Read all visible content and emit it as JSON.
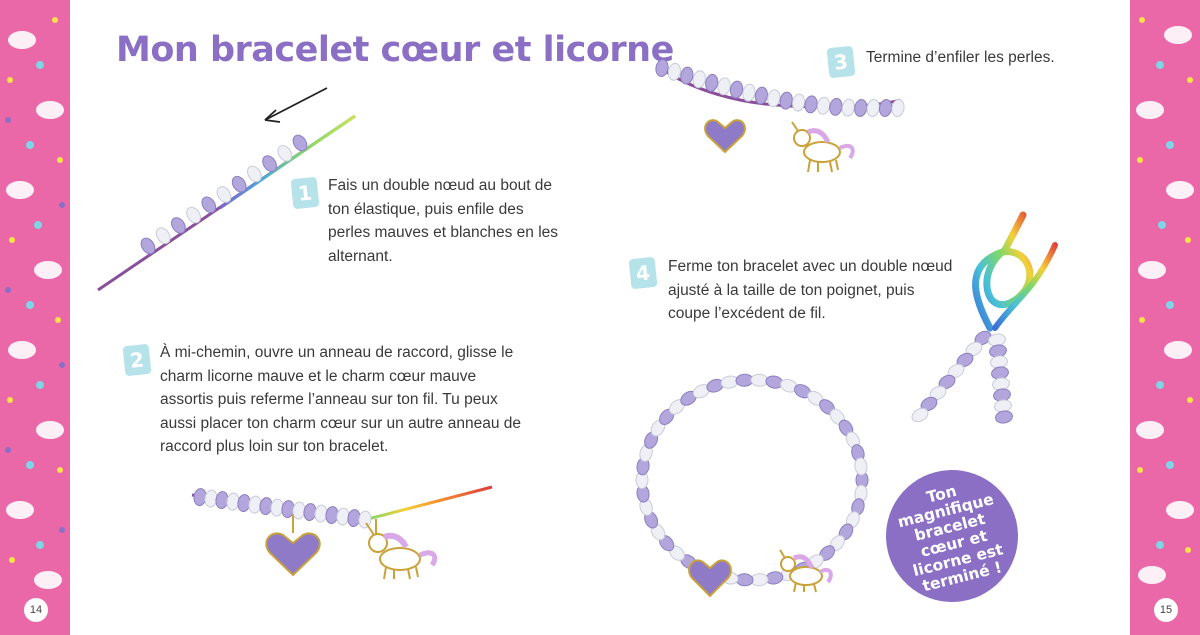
{
  "title": "Mon bracelet cœur et licorne",
  "steps": [
    {
      "number": "1",
      "text": "Fais un double nœud au bout de ton élastique, puis enfile des perles mauves et blanches en les alternant."
    },
    {
      "number": "2",
      "text": "À mi-chemin, ouvre un anneau de raccord, glisse le charm licorne mauve et le charm cœur mauve assortis puis referme l’anneau sur ton fil. Tu peux aussi placer ton charm cœur sur un autre anneau de raccord plus loin sur ton bracelet."
    },
    {
      "number": "3",
      "text": "Termine d’enfiler les perles."
    },
    {
      "number": "4",
      "text": "Ferme ton bracelet avec un double nœud ajusté à la taille de ton poignet, puis coupe l’excédent de fil."
    }
  ],
  "badge": "Ton magnifique bracelet cœur et licorne est terminé !",
  "page_numbers": {
    "left": "14",
    "right": "15"
  },
  "colors": {
    "border_pink": "#ea68a8",
    "title_purple": "#8b6fc4",
    "bead_lilac": "#b3a6dc",
    "bead_white": "#eef0f6",
    "step_badge": "#b6e3ea",
    "heart_purple": "#8f7ac8"
  }
}
